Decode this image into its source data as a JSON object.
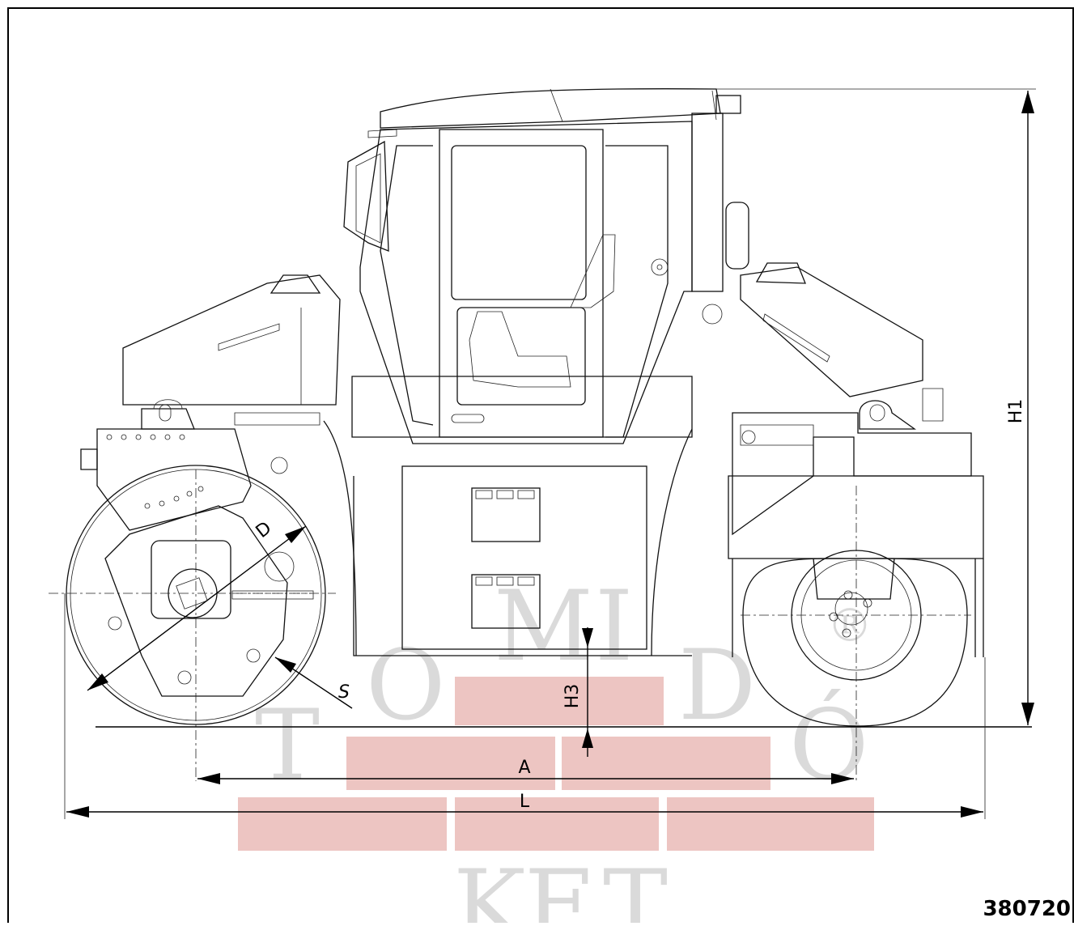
{
  "figure": {
    "id": "380720"
  },
  "dimensions": {
    "height_label": "H1",
    "clearance_label": "H3",
    "drum_diameter_label": "D",
    "drum_shell_label": "S",
    "wheelbase_label": "A",
    "length_label": "L"
  },
  "watermark": {
    "letters": [
      "M",
      "I",
      "®",
      "O",
      "D",
      "T",
      "Ó",
      "K",
      "F",
      "T"
    ],
    "brick_color": "#dc8b86",
    "letter_color": "#bdbdbd"
  }
}
